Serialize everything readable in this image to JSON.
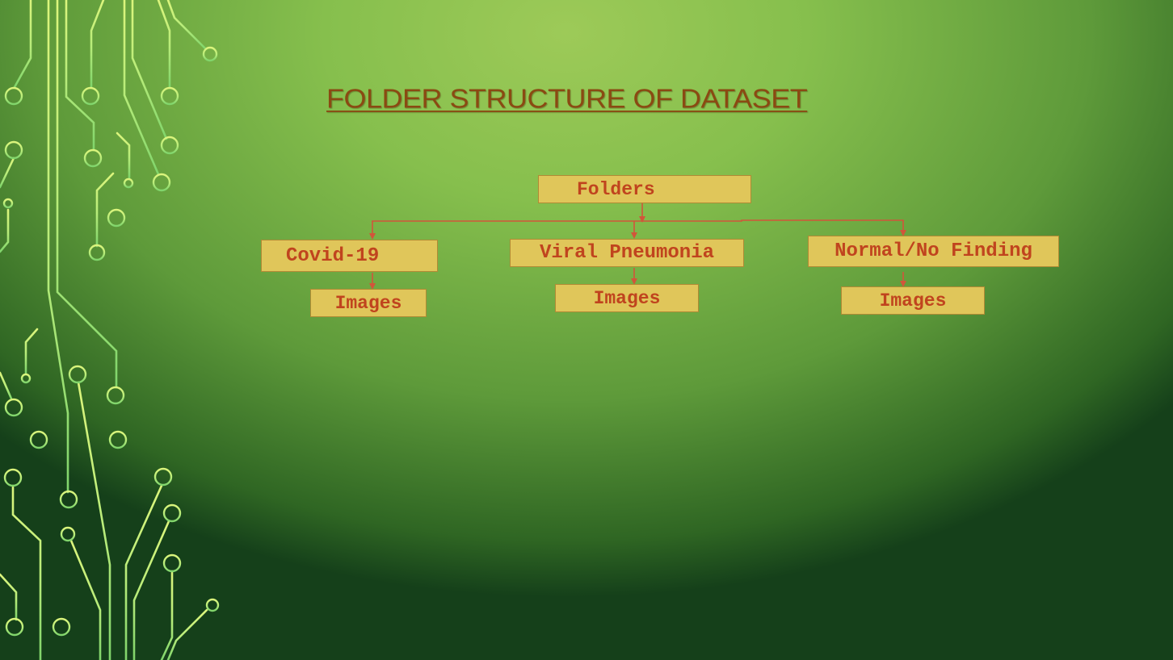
{
  "slide": {
    "title": "FOLDER STRUCTURE OF DATASET"
  },
  "diagram": {
    "root": {
      "label": "Folders"
    },
    "children": [
      {
        "label": "Covid-19",
        "child": "Images"
      },
      {
        "label": "Viral Pneumonia",
        "child": "Images"
      },
      {
        "label": "Normal/No Finding",
        "child": "Images"
      }
    ]
  },
  "colors": {
    "box_fill": "#e0c65a",
    "box_border": "#b08a34",
    "box_text": "#c0441e",
    "connector": "#d2553a",
    "title_text": "#8a4a12",
    "circuit_light": "#d8f27a",
    "circuit_dark": "#8fd96f"
  }
}
